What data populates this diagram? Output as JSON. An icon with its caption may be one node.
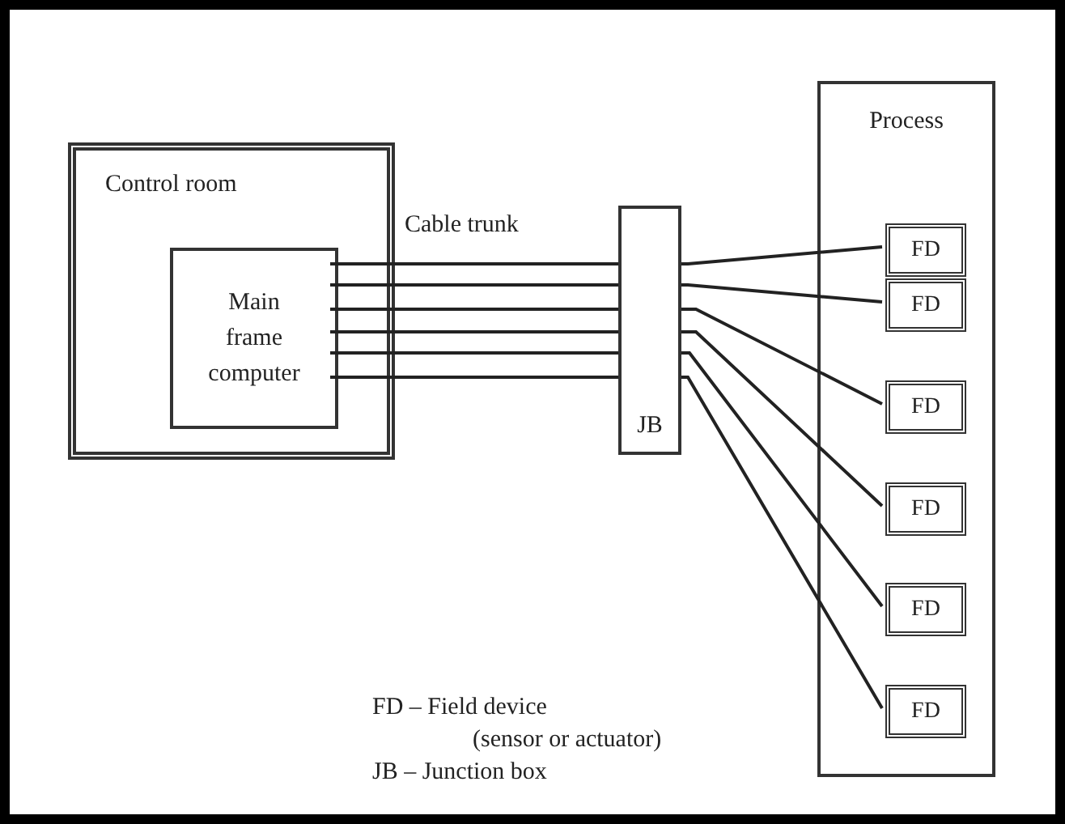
{
  "diagram": {
    "nodes": [
      {
        "text": [
          "Control room"
        ]
      },
      {
        "text": [
          "Main frame computer"
        ],
        "in": 0
      },
      {
        "text": [
          "JB"
        ]
      },
      {
        "text": [
          "Process"
        ]
      },
      {
        "text": [
          "FD"
        ],
        "in": 3
      },
      {
        "text": [
          "FD"
        ],
        "in": 3
      },
      {
        "text": [
          "FD"
        ],
        "in": 3
      },
      {
        "text": [
          "FD"
        ],
        "in": 3
      },
      {
        "text": [
          "FD"
        ],
        "in": 3
      },
      {
        "text": [
          "FD"
        ],
        "in": 3
      }
    ],
    "edges": [
      {
        "from": 1,
        "to": 2,
        "arrow": "none"
      },
      {
        "from": 1,
        "to": 2,
        "arrow": "none"
      },
      {
        "from": 1,
        "to": 2,
        "arrow": "none"
      },
      {
        "from": 1,
        "to": 2,
        "arrow": "none"
      },
      {
        "from": 1,
        "to": 2,
        "arrow": "none"
      },
      {
        "from": 1,
        "to": 2,
        "arrow": "none"
      },
      {
        "from": 2,
        "to": 4,
        "arrow": "none"
      },
      {
        "from": 2,
        "to": 5,
        "arrow": "none"
      },
      {
        "from": 2,
        "to": 6,
        "arrow": "none"
      },
      {
        "from": 2,
        "to": 7,
        "arrow": "none"
      },
      {
        "from": 2,
        "to": 8,
        "arrow": "none"
      },
      {
        "from": 2,
        "to": 9,
        "arrow": "none"
      }
    ],
    "labels": [
      "Cable trunk",
      "FD – Field device",
      "(sensor or actuator)",
      "JB – Junction box"
    ]
  }
}
